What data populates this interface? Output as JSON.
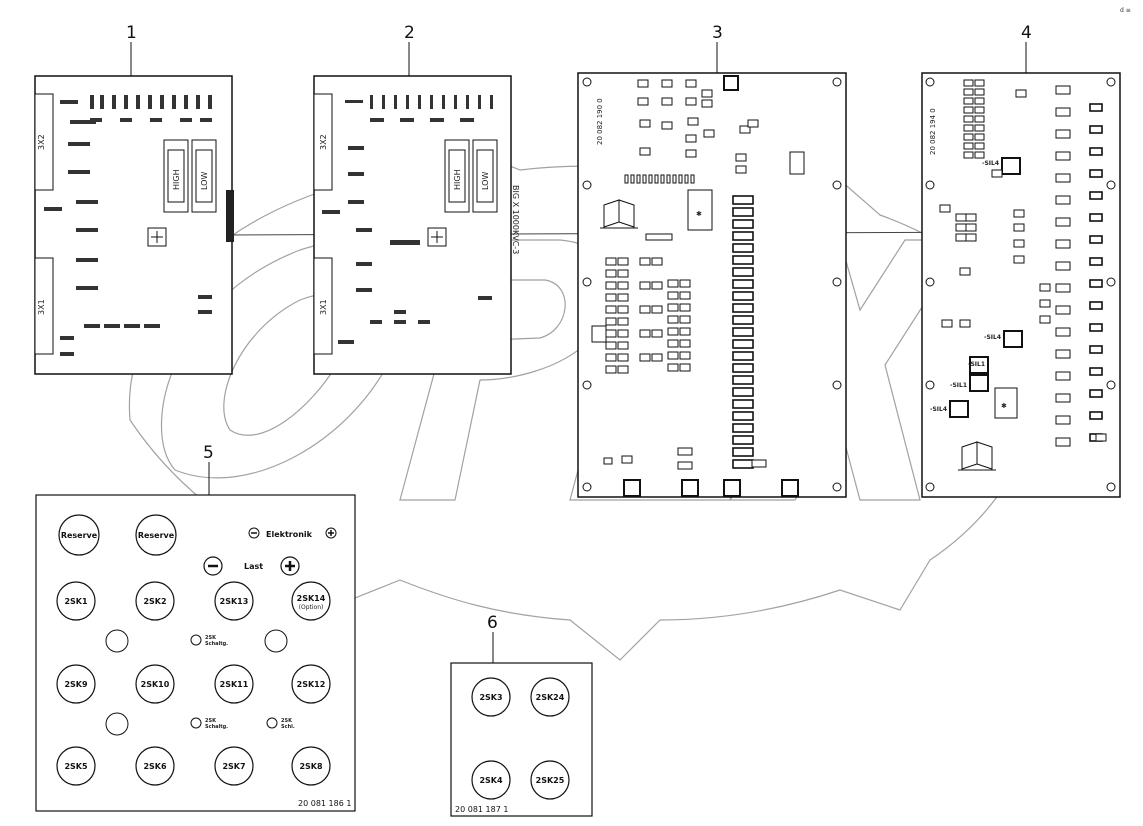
{
  "corner_mark": "d ≡",
  "watermark": "OPEX",
  "callouts": [
    "1",
    "2",
    "3",
    "4",
    "5",
    "6"
  ],
  "board1": {
    "connector_top": "3X2",
    "connector_bottom": "3X1",
    "relay_high": "HIGH",
    "relay_low": "LOW"
  },
  "board2": {
    "connector_top": "3X2",
    "connector_bottom": "3X1",
    "relay_high": "HIGH",
    "relay_low": "LOW",
    "side_label": "BIG X 1000",
    "side_label_b": "KVC-3"
  },
  "board3": {
    "part_number": "20 082 190 0"
  },
  "board4": {
    "part_number": "20 082 194 0",
    "tags": [
      "-SIL4",
      "-SIL4",
      "-SIL1",
      "-SIL1",
      "-SIL4"
    ]
  },
  "panel5": {
    "row1": [
      "Reserve",
      "Reserve"
    ],
    "elektronik": "Elektronik",
    "last": "Last",
    "row2": [
      "2SK1",
      "2SK2",
      "2SK13",
      "2SK14"
    ],
    "row2_sub": "(Option)",
    "led_a": "2SK\nSchaltg.",
    "row3": [
      "2SK9",
      "2SK10",
      "2SK11",
      "2SK12"
    ],
    "led_b": "2SK\nSchaltg.",
    "led_c": "2SK\nSchl.",
    "row4": [
      "2SK5",
      "2SK6",
      "2SK7",
      "2SK8"
    ],
    "part_number": "20 081 186 1"
  },
  "panel6": {
    "buttons": [
      "2SK3",
      "2SK24",
      "2SK4",
      "2SK25"
    ],
    "part_number": "20 081 187 1"
  }
}
